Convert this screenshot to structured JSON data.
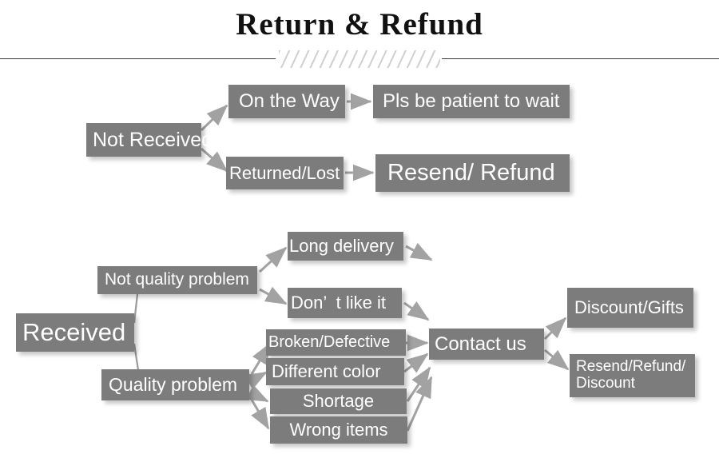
{
  "header": {
    "title": "Return & Refund",
    "divider_icon": "diagonal-hatch-divider"
  },
  "diagram": {
    "type": "flowchart",
    "box_color": "#7c7c7c",
    "text_color": "#ffffff",
    "arrow_color": "#a0a0a0",
    "branches": [
      {
        "root": "Not Received",
        "paths": [
          {
            "condition": "On the Way",
            "result": "Pls be patient to wait"
          },
          {
            "condition": "Returned/Lost",
            "result": "Resend/ Refund"
          }
        ]
      },
      {
        "root": "Received",
        "groups": [
          {
            "category": "Not quality problem",
            "reasons": [
              "Long delivery",
              "Don’  t like it"
            ]
          },
          {
            "category": "Quality problem",
            "reasons": [
              "Broken/Defective",
              "Different color",
              "Shortage",
              "Wrong items"
            ]
          }
        ],
        "action": "Contact us",
        "outcomes": [
          "Discount/Gifts",
          "Resend/Refund/\nDiscount"
        ]
      }
    ]
  },
  "nodes": {
    "not_received": "Not Received",
    "on_the_way": "On the Way",
    "pls_be_patient": "Pls be patient to wait",
    "returned_lost": "Returned/Lost",
    "resend_refund": "Resend/ Refund",
    "received": "Received",
    "not_quality_problem": "Not quality problem",
    "quality_problem": "Quality problem",
    "long_delivery": "Long delivery",
    "dont_like_it": "Don’  t like it",
    "broken_defective": "Broken/Defective",
    "different_color": "Different color",
    "shortage": "Shortage",
    "wrong_items": "Wrong items",
    "contact_us": "Contact us",
    "discount_gifts": "Discount/Gifts",
    "resend_refund_discount_line1": "Resend/Refund/",
    "resend_refund_discount_line2": "Discount"
  }
}
